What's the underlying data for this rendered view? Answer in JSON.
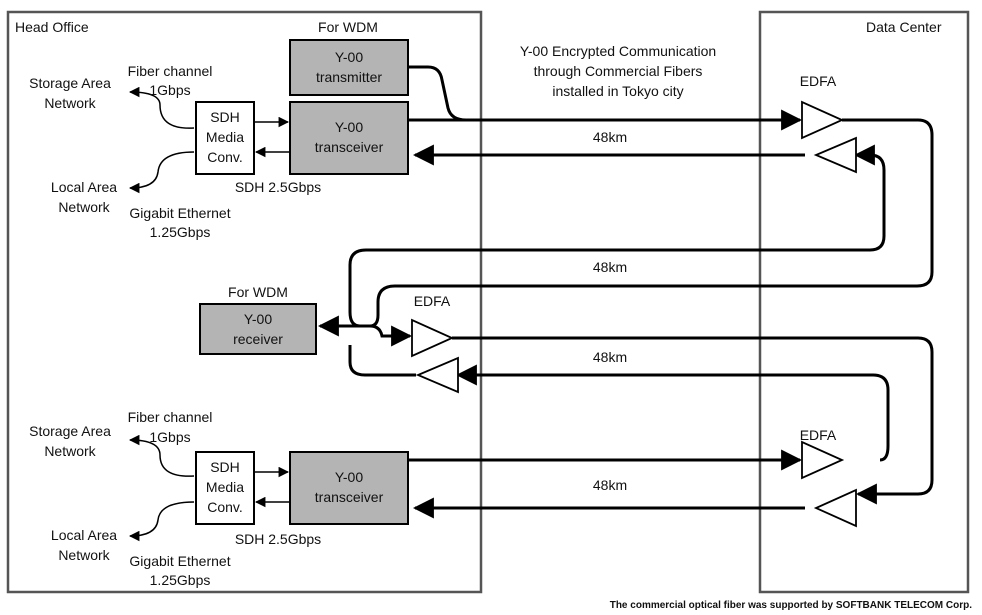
{
  "regions": {
    "head_office": "Head Office",
    "data_center": "Data Center"
  },
  "fibers_caption": [
    "Y-00 Encrypted Communication",
    "through Commercial Fibers",
    "installed in Tokyo city"
  ],
  "distances": {
    "link1": "48km",
    "link2": "48km",
    "link3": "48km",
    "link4": "48km"
  },
  "edfa_label": "EDFA",
  "top_group": {
    "for_wdm": "For WDM",
    "transmitter": [
      "Y-00",
      "transmitter"
    ],
    "transceiver": [
      "Y-00",
      "transceiver"
    ],
    "sdh_media": [
      "SDH",
      "Media",
      "Conv."
    ],
    "san": [
      "Storage Area",
      "Network"
    ],
    "fiber_channel": [
      "Fiber channel",
      "1Gbps"
    ],
    "lan": [
      "Local Area",
      "Network"
    ],
    "gigabit": [
      "Gigabit Ethernet",
      "1.25Gbps"
    ],
    "sdh_rate": "SDH 2.5Gbps"
  },
  "middle_group": {
    "for_wdm": "For WDM",
    "receiver": [
      "Y-00",
      "receiver"
    ]
  },
  "bottom_group": {
    "transceiver": [
      "Y-00",
      "transceiver"
    ],
    "sdh_media": [
      "SDH",
      "Media",
      "Conv."
    ],
    "san": [
      "Storage Area",
      "Network"
    ],
    "fiber_channel": [
      "Fiber channel",
      "1Gbps"
    ],
    "lan": [
      "Local Area",
      "Network"
    ],
    "gigabit": [
      "Gigabit Ethernet",
      "1.25Gbps"
    ],
    "sdh_rate": "SDH 2.5Gbps"
  },
  "footer": "The commercial optical fiber was  supported by SOFTBANK TELECOM Corp.",
  "colors": {
    "box_fill": "#b4b4b4",
    "line": "#000000"
  }
}
